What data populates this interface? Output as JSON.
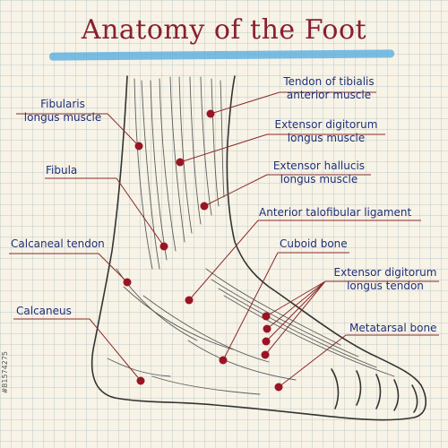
{
  "title": "Anatomy of the Foot",
  "labels": {
    "fibularis_1": "Fibularis",
    "fibularis_2": "longus muscle",
    "fibula": "Fibula",
    "calcaneal_tendon": "Calcaneal tendon",
    "calcaneus": "Calcaneus",
    "tibialis_1": "Tendon of tibialis",
    "tibialis_2": "anterior muscle",
    "edl_1": "Extensor digitorum",
    "edl_2": "longus muscle",
    "ehl_1": "Extensor hallucis",
    "ehl_2": "longus muscle",
    "atfl": "Anterior talofibular ligament",
    "cuboid": "Cuboid bone",
    "edl_tendon_1": "Extensor digitorum",
    "edl_tendon_2": "longus tendon",
    "metatarsal": "Metatarsal bone"
  },
  "watermark": "#81574275",
  "colors": {
    "title": "#8a1f2e",
    "label_text": "#1f2f7a",
    "leader_line": "#8a2b2b",
    "marker_dot": "#9a1424",
    "sketch_line": "#333333",
    "title_highlight": "#5aaee0"
  }
}
